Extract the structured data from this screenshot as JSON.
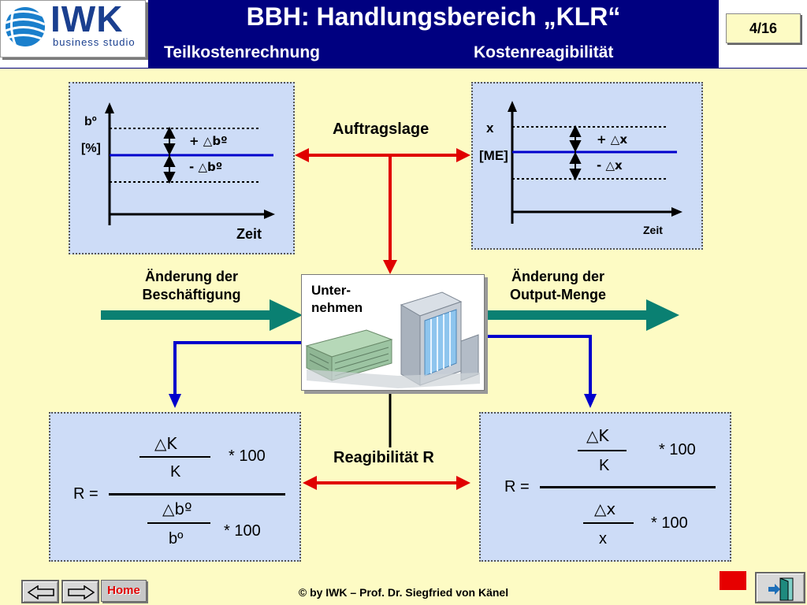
{
  "header": {
    "logo_text": "IWK",
    "logo_subtext": "business studio",
    "title": "BBH: Handlungsbereich „KLR“",
    "subtitle_left": "Teilkostenrechnung",
    "subtitle_right": "Kostenreagibilität",
    "page_number": "4/16"
  },
  "diagram": {
    "top_label": "Auftragslage",
    "left_chart": {
      "y_label": "bº",
      "y_unit": "[%]",
      "plus_label": "+ △bº",
      "minus_label": "- △bº",
      "x_label": "Zeit"
    },
    "right_chart": {
      "y_label": "x",
      "y_unit": "[ME]",
      "plus_label": "+ △x",
      "minus_label": "- △x",
      "x_label": "Zeit"
    },
    "left_arrow_label_1": "Änderung der",
    "left_arrow_label_2": "Beschäftigung",
    "right_arrow_label_1": "Änderung der",
    "right_arrow_label_2": "Output-Menge",
    "company_label_1": "Unter-",
    "company_label_2": "nehmen",
    "bottom_label": "Reagibilität R",
    "left_formula": {
      "lhs": "R =",
      "num_top": "△K",
      "num_bottom": "K",
      "num_factor": "* 100",
      "den_top": "△bº",
      "den_bottom": "bº",
      "den_factor": "* 100"
    },
    "right_formula": {
      "lhs": "R =",
      "num_top": "△K",
      "num_bottom": "K",
      "num_factor": "* 100",
      "den_top": "△x",
      "den_bottom": "x",
      "den_factor": "* 100"
    }
  },
  "footer": {
    "copyright": "© by IWK – Prof. Dr. Siegfried von Känel",
    "home_label": "Home"
  },
  "colors": {
    "background": "#fdfbc4",
    "title_band": "#000080",
    "panel": "#cddcf7",
    "red_arrow": "#e00000",
    "blue_arrow": "#0000cc",
    "teal_arrow": "#0a8072"
  }
}
